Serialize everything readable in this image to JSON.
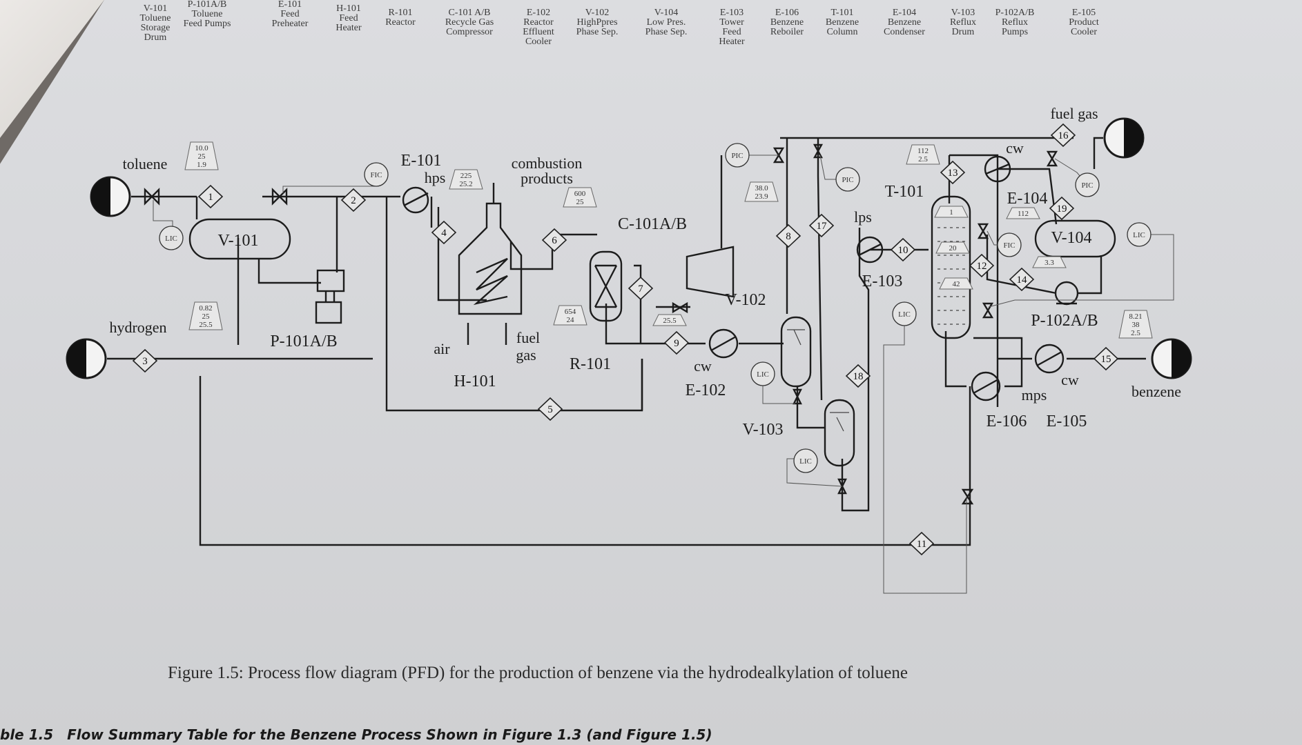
{
  "header_equipment": [
    {
      "tag": "V-101",
      "lines": [
        "Toluene",
        "Storage",
        "Drum"
      ]
    },
    {
      "tag": "P-101A/B",
      "lines": [
        "Toluene",
        "Feed Pumps"
      ]
    },
    {
      "tag": "E-101",
      "lines": [
        "Feed",
        "Preheater"
      ]
    },
    {
      "tag": "H-101",
      "lines": [
        "Feed",
        "Heater"
      ]
    },
    {
      "tag": "R-101",
      "lines": [
        "Reactor"
      ]
    },
    {
      "tag": "C-101 A/B",
      "lines": [
        "Recycle Gas",
        "Compressor"
      ]
    },
    {
      "tag": "E-102",
      "lines": [
        "Reactor",
        "Effluent",
        "Cooler"
      ]
    },
    {
      "tag": "V-102",
      "lines": [
        "HighPpres",
        "Phase Sep."
      ]
    },
    {
      "tag": "V-104",
      "lines": [
        "Low Pres.",
        "Phase Sep."
      ]
    },
    {
      "tag": "E-103",
      "lines": [
        "Tower",
        "Feed",
        "Heater"
      ]
    },
    {
      "tag": "E-106",
      "lines": [
        "Benzene",
        "Reboiler"
      ]
    },
    {
      "tag": "T-101",
      "lines": [
        "Benzene",
        "Column"
      ]
    },
    {
      "tag": "E-104",
      "lines": [
        "Benzene",
        "Condenser"
      ]
    },
    {
      "tag": "V-103",
      "lines": [
        "Reflux",
        "Drum"
      ]
    },
    {
      "tag": "P-102A/B",
      "lines": [
        "Reflux",
        "Pumps"
      ]
    },
    {
      "tag": "E-105",
      "lines": [
        "Product",
        "Cooler"
      ]
    }
  ],
  "equipment_labels": {
    "v101": "V-101",
    "p101": "P-101A/B",
    "e101": "E-101",
    "h101": "H-101",
    "r101": "R-101",
    "c101": "C-101A/B",
    "v102": "V-102",
    "e102": "E-102",
    "v103": "V-103",
    "e103": "E-103",
    "t101": "T-101",
    "e104": "E-104",
    "v104": "V-104",
    "p102": "P-102A/B",
    "e106": "E-106",
    "e105": "E-105"
  },
  "stream_labels": {
    "toluene": "toluene",
    "hydrogen": "hydrogen",
    "fuel_gas_out": "fuel gas",
    "benzene": "benzene",
    "hps": "hps",
    "air": "air",
    "fuel_gas_in": "fuel",
    "fuel_gas_in2": "gas",
    "combustion1": "combustion",
    "combustion2": "products",
    "cw_e102": "cw",
    "cw_e104": "cw",
    "cw_e105": "cw",
    "lps": "lps",
    "mps": "mps"
  },
  "stream_numbers": [
    "1",
    "2",
    "3",
    "4",
    "5",
    "6",
    "7",
    "8",
    "9",
    "10",
    "11",
    "12",
    "13",
    "14",
    "15",
    "16",
    "17",
    "18",
    "19"
  ],
  "controllers": {
    "lic_v101": "LIC",
    "fic_feed": "FIC",
    "pic_v102": "PIC",
    "pic_t101": "PIC",
    "lic_v102": "LIC",
    "lic_v103": "LIC",
    "lic_t101": "LIC",
    "fic_reflux": "FIC",
    "pic_v104": "PIC",
    "lic_v104": "LIC"
  },
  "flags": {
    "toluene": [
      "10.0",
      "25",
      "1.9"
    ],
    "hydrogen": [
      "0.82",
      "25",
      "25.5"
    ],
    "stream4": [
      "225",
      "25.2"
    ],
    "stream6": [
      "600",
      "25"
    ],
    "reactor_out": [
      "654",
      "24"
    ],
    "stream9": [
      "25.5"
    ],
    "v102_top": [
      "38.0",
      "23.9"
    ],
    "t101_top": [
      "112",
      "2.5"
    ],
    "tray1": [
      "1"
    ],
    "tray20": [
      "20"
    ],
    "tray42": [
      "42"
    ],
    "e104": [
      "112"
    ],
    "v104": [
      "3.3"
    ],
    "benzene": [
      "8.21",
      "38",
      "2.5"
    ]
  },
  "caption": "Figure 1.5: Process flow diagram (PFD) for the production of benzene via the hydrodealkylation of toluene",
  "table_title": {
    "prefix": "ble 1.5",
    "text": "Flow Summary Table for the Benzene Process Shown in Figure 1.3 (and Figure 1.5)"
  }
}
